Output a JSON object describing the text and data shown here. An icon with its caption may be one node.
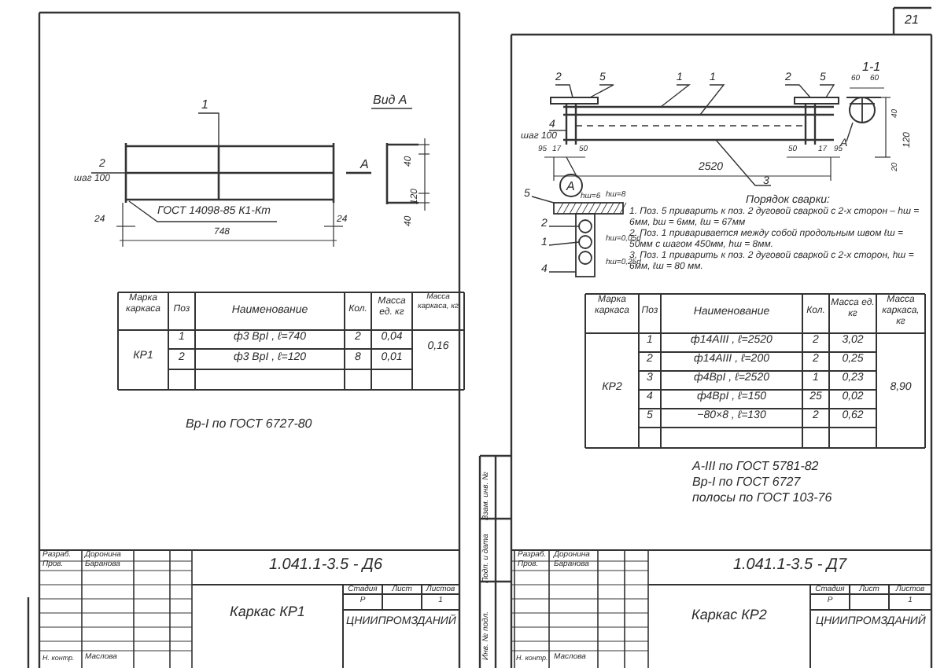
{
  "diagram": {
    "nodes": [
      {
        "text": [
          "5"
        ]
      },
      {
        "text": [
          "2"
        ]
      },
      {
        "text": [
          "1"
        ]
      },
      {
        "text": [
          "4"
        ]
      },
      {
        "text": [],
        "shape": "bar"
      },
      {
        "text": [],
        "shape": "bar"
      },
      {
        "text": [],
        "shape": "circle",
        "in": 5
      },
      {
        "text": [],
        "shape": "circle",
        "in": 5
      }
    ],
    "edges": [
      {
        "from": 0,
        "to": 4,
        "arrow": "none"
      },
      {
        "from": 1,
        "to": 6,
        "arrow": "none"
      },
      {
        "from": 2,
        "to": 7,
        "arrow": "none"
      },
      {
        "from": 3,
        "to": 5,
        "arrow": "none"
      }
    ],
    "labels": [
      "Вид А",
      "1",
      "2",
      "шаг 100",
      "ГОСТ 14098-85 К1-Кт",
      "А",
      "40",
      "120",
      "40",
      "24",
      "24",
      "748",
      "Марка каркаса",
      "Поз",
      "Наименование",
      "Кол.",
      "Масса ед. кг",
      "Масса каркаса, кг",
      "КР1",
      "1",
      "ф3 ВрI , ℓ=740",
      "2",
      "0,04",
      "0,16",
      "2",
      "ф3 ВрI , ℓ=120",
      "8",
      "0,01",
      "Вр-I по ГОСТ 6727-80",
      "Разраб.",
      "Доронина",
      "Пров.",
      "Баранова",
      "Н. контр.",
      "Маслова",
      "1.041.1-3.5 - Д6",
      "Каркас КР1",
      "Стадия",
      "Лист",
      "Листов",
      "Р",
      "1",
      "ЦНИИПРОМЗДАНИЙ",
      "21",
      "2",
      "5",
      "1",
      "1",
      "2",
      "5",
      "1-1",
      "60",
      "60",
      "40",
      "120",
      "20",
      "А",
      "4",
      "шаг 100",
      "95",
      "17",
      "50",
      "50",
      "17",
      "95",
      "2520",
      "3",
      "А",
      "hш=6",
      "hш=8",
      "hш=0,05d",
      "hш=0,25d",
      "Порядок сварки:",
      "1. Поз. 5 приварить к поз. 2 дуговой сваркой с 2-х сторон – hш = 6мм, bш = 6мм, ℓш = 67мм",
      "2. Поз. 1 приваривается между собой продольным швом ℓш = 50мм с шагом 450мм, hш = 8мм.",
      "3. Поз. 1 приварить к поз. 2 дуговой сваркой с 2-х сторон, hш = 6мм, ℓш = 80 мм.",
      "Марка каркаса",
      "Поз",
      "Наименование",
      "Кол.",
      "Масса ед. кг",
      "Масса каркаса, кг",
      "КР2",
      "1",
      "ф14АIII , ℓ=2520",
      "2",
      "3,02",
      "2",
      "ф14АIII , ℓ=200",
      "2",
      "0,25",
      "3",
      "ф4ВрI , ℓ=2520",
      "1",
      "0,23",
      "4",
      "ф4ВрI , ℓ=150",
      "25",
      "0,02",
      "5",
      "−80×8 , ℓ=130",
      "2",
      "0,62",
      "8,90",
      "А-III по ГОСТ 5781-82",
      "Вр-I по ГОСТ 6727",
      "полосы по ГОСТ 103-76",
      "Разраб.",
      "Доронина",
      "Пров.",
      "Баранова",
      "Н. контр.",
      "Маслова",
      "1.041.1-3.5 - Д7",
      "Каркас КР2",
      "Стадия",
      "Лист",
      "Листов",
      "Р",
      "1",
      "ЦНИИПРОМЗДАНИЙ",
      "Взам. инв. №",
      "Подп. и дата",
      "Инв. № подл."
    ]
  }
}
